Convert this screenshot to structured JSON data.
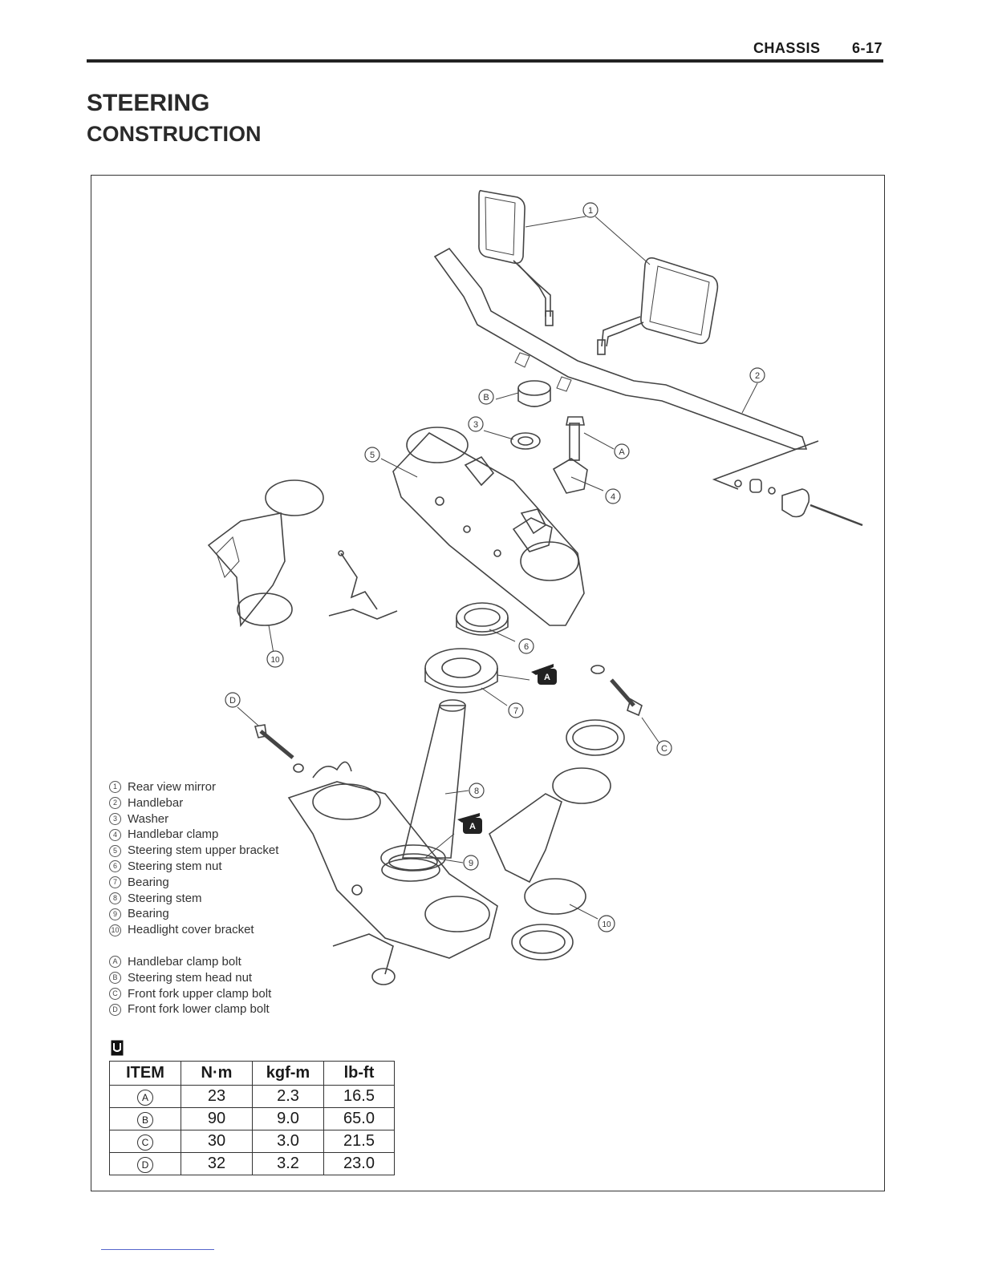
{
  "header": {
    "section": "CHASSIS",
    "page": "6-17"
  },
  "title": {
    "main": "STEERING",
    "sub": "CONSTRUCTION"
  },
  "callouts": [
    "1",
    "2",
    "3",
    "4",
    "5",
    "6",
    "7",
    "8",
    "9",
    "10",
    "A",
    "B",
    "C",
    "D"
  ],
  "legend": {
    "parts": [
      {
        "num": "1",
        "label": "Rear view mirror"
      },
      {
        "num": "2",
        "label": "Handlebar"
      },
      {
        "num": "3",
        "label": "Washer"
      },
      {
        "num": "4",
        "label": "Handlebar clamp"
      },
      {
        "num": "5",
        "label": "Steering stem upper bracket"
      },
      {
        "num": "6",
        "label": "Steering stem nut"
      },
      {
        "num": "7",
        "label": "Bearing"
      },
      {
        "num": "8",
        "label": "Steering stem"
      },
      {
        "num": "9",
        "label": "Bearing"
      },
      {
        "num": "10",
        "label": "Headlight cover bracket"
      }
    ],
    "bolts": [
      {
        "num": "A",
        "label": "Handlebar clamp bolt"
      },
      {
        "num": "B",
        "label": "Steering stem head nut"
      },
      {
        "num": "C",
        "label": "Front fork upper clamp bolt"
      },
      {
        "num": "D",
        "label": "Front fork lower clamp bolt"
      }
    ]
  },
  "torque_table": {
    "headers": [
      "ITEM",
      "N·m",
      "kgf-m",
      "lb-ft"
    ],
    "rows": [
      {
        "item": "A",
        "nm": "23",
        "kgfm": "2.3",
        "lbft": "16.5"
      },
      {
        "item": "B",
        "nm": "90",
        "kgfm": "9.0",
        "lbft": "65.0"
      },
      {
        "item": "C",
        "nm": "30",
        "kgfm": "3.0",
        "lbft": "21.5"
      },
      {
        "item": "D",
        "nm": "32",
        "kgfm": "3.2",
        "lbft": "23.0"
      }
    ]
  },
  "grease_symbol_letter": "A"
}
